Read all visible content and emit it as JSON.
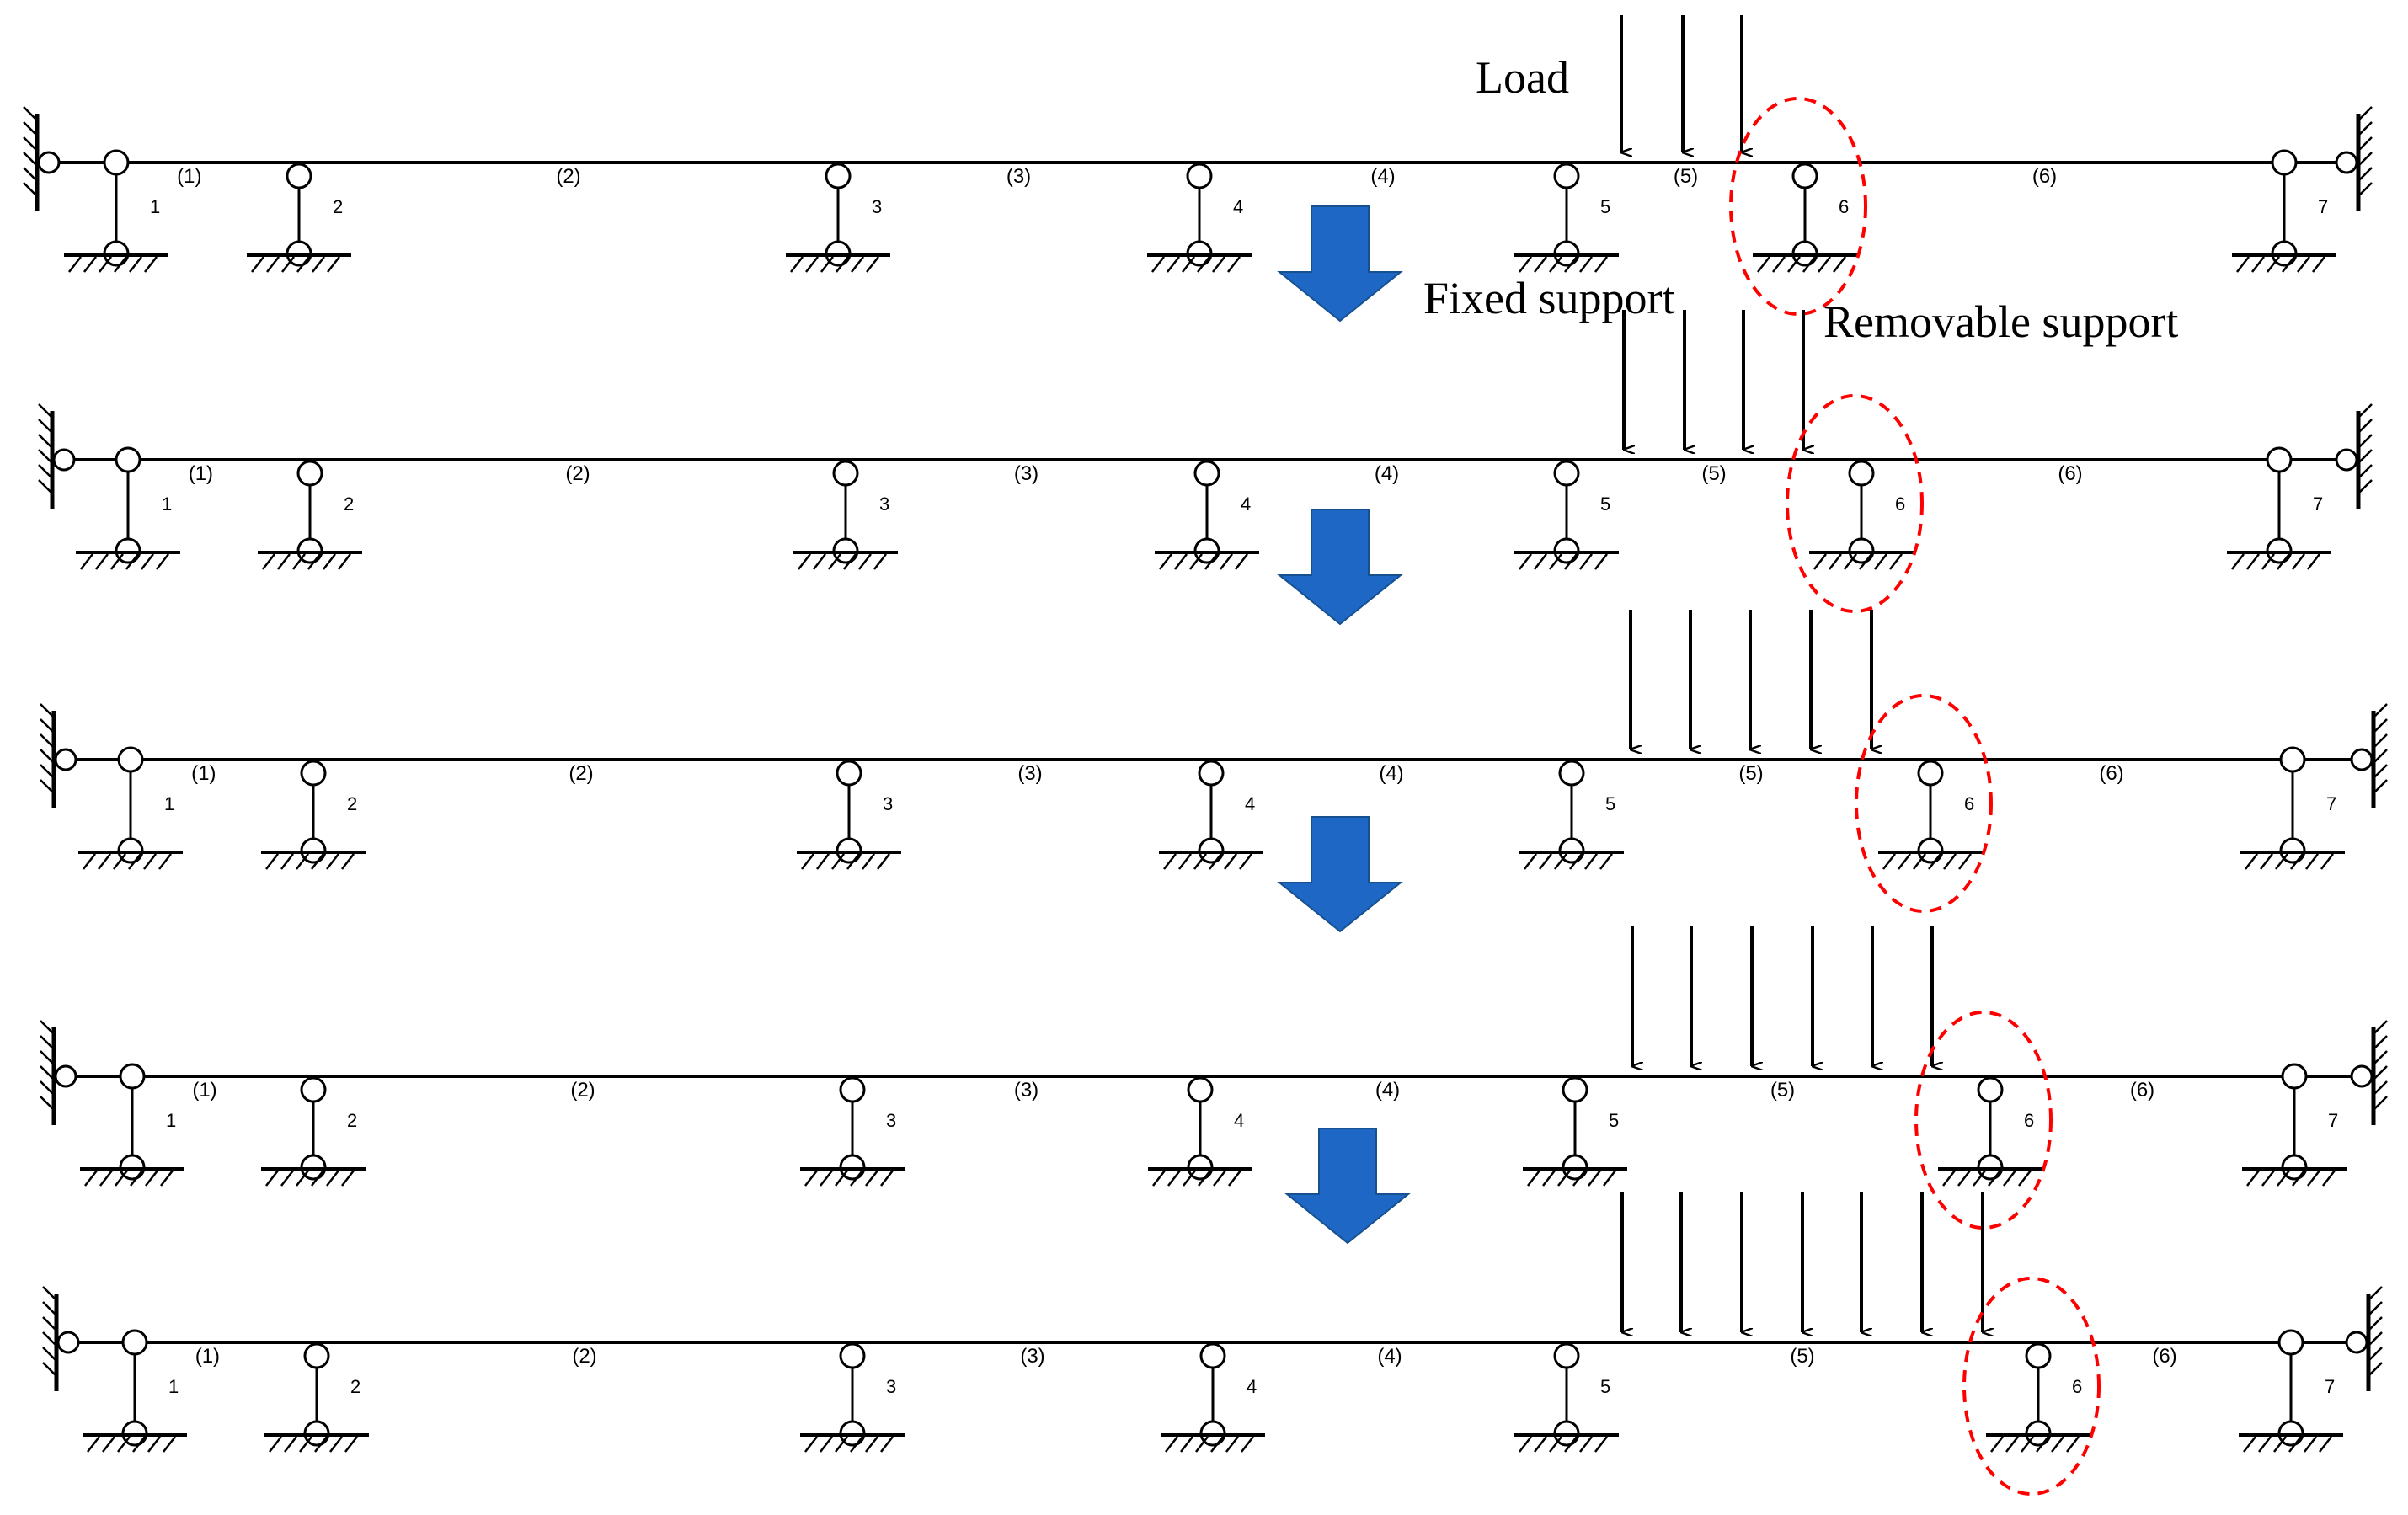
{
  "annotations": {
    "load": "Load",
    "fixed_support": "Fixed support",
    "removable_support": "Removable support"
  },
  "colors": {
    "line": "#000000",
    "arrow_fill": "#1f67c4",
    "dashed_circle": "#ff0000",
    "background": "#ffffff"
  },
  "support_labels": [
    "1",
    "2",
    "3",
    "4",
    "5",
    "6",
    "7"
  ],
  "span_labels": [
    "(1)",
    "(2)",
    "(3)",
    "(4)",
    "(5)",
    "(6)"
  ],
  "stages": [
    {
      "load_arrow_count": 3
    },
    {
      "load_arrow_count": 4
    },
    {
      "load_arrow_count": 5
    },
    {
      "load_arrow_count": 6
    },
    {
      "load_arrow_count": 7
    }
  ],
  "transition_arrow_icon": "down-arrow-icon"
}
